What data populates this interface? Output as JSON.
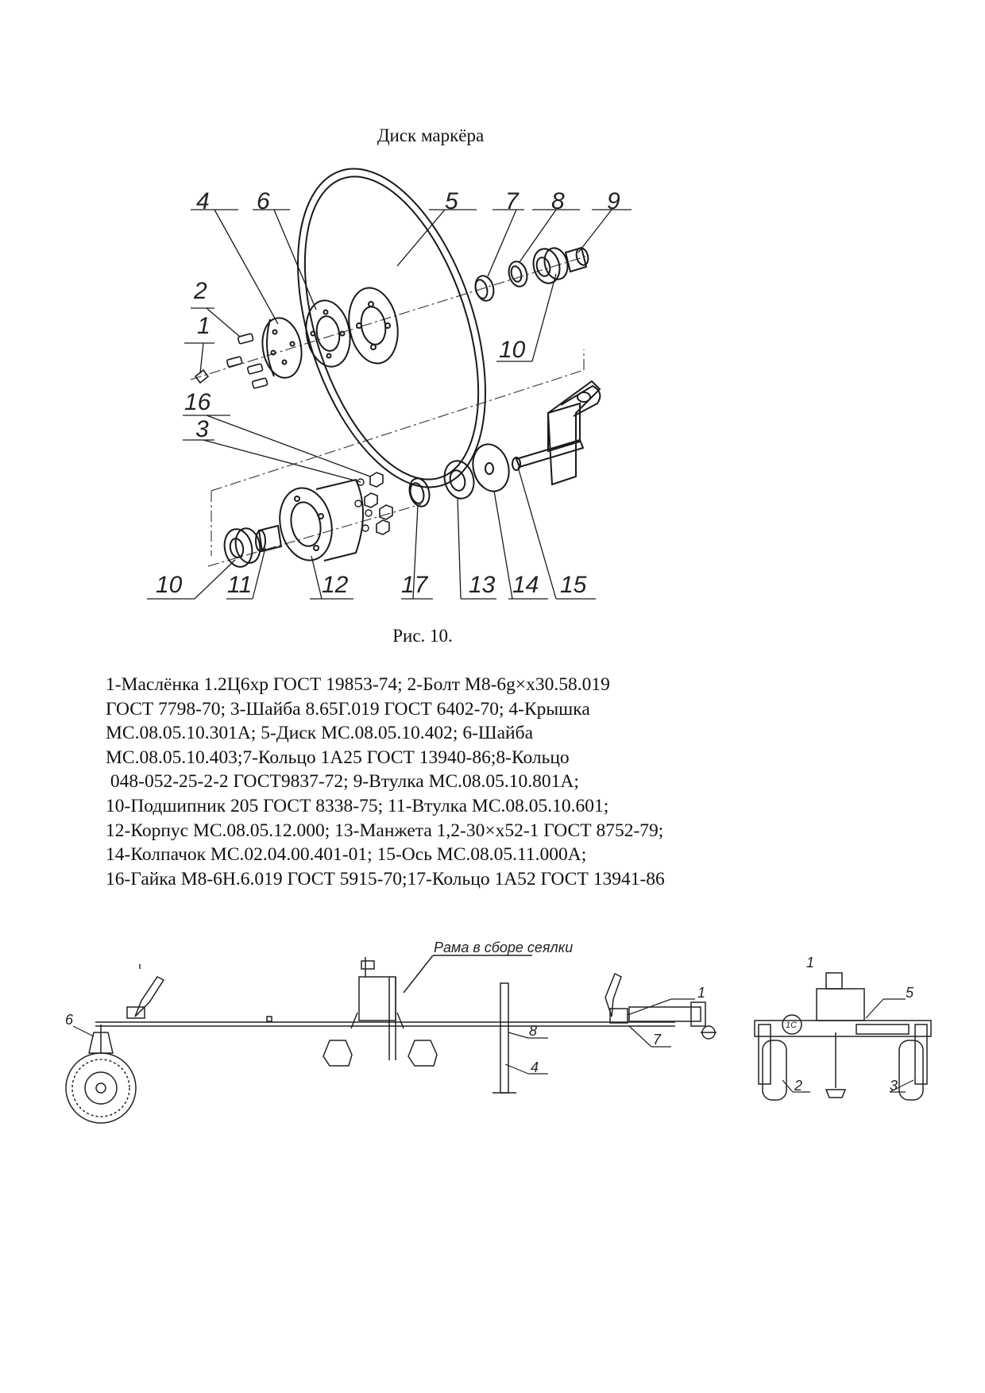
{
  "title": "Диск маркёра",
  "figure_caption": "Рис. 10.",
  "legend_lines": [
    "1-Маслёнка 1.2Ц6хр ГОСТ 19853-74; 2-Болт М8-6g×x30.58.019",
    "ГОСТ 7798-70; 3-Шайба 8.65Г.019 ГОСТ 6402-70; 4-Крышка",
    "МС.08.05.10.301А; 5-Диск МС.08.05.10.402; 6-Шайба",
    "МС.08.05.10.403;7-Кольцо 1А25 ГОСТ 13940-86;8-Кольцо",
    " 048-052-25-2-2 ГОСТ9837-72; 9-Втулка МС.08.05.10.801А;",
    "10-Подшипник 205 ГОСТ 8338-75; 11-Втулка МС.08.05.10.601;",
    "12-Корпус МС.08.05.12.000; 13-Манжета 1,2-30×x52-1 ГОСТ 8752-79;",
    "14-Колпачок МС.02.04.00.401-01; 15-Ось МС.08.05.11.000А;",
    "16-Гайка М8-6Н.6.019 ГОСТ 5915-70;17-Кольцо 1А52 ГОСТ 13941-86"
  ],
  "exploded_view": {
    "callouts_top": [
      "4",
      "6",
      "5",
      "7",
      "8",
      "9"
    ],
    "callouts_left": [
      "2",
      "1",
      "16",
      "3"
    ],
    "callout_right": "10",
    "callouts_bottom": [
      "10",
      "11",
      "12",
      "17",
      "13",
      "14",
      "15"
    ]
  },
  "assembly_view": {
    "frame_label": "Рама в сборе сеялки",
    "callouts": [
      "6",
      "1",
      "8",
      "7",
      "4"
    ],
    "side_callouts": [
      "1",
      "5",
      "2",
      "3"
    ],
    "wheel_badge": "1С"
  }
}
